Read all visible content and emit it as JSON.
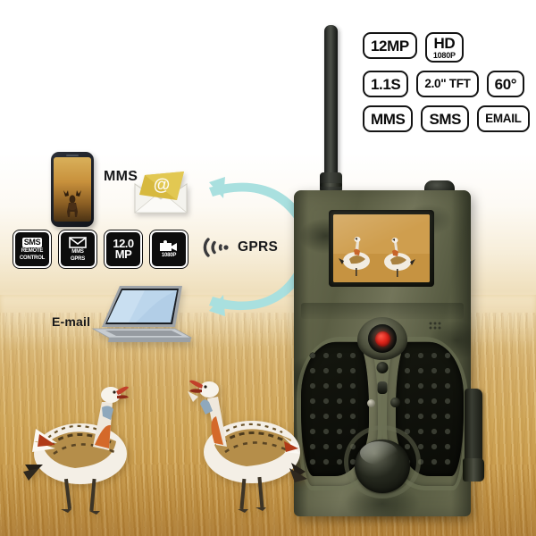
{
  "image": {
    "subject": "HC300M trail camera product composition",
    "scene_description": "Camouflage trail camera with antenna standing in a golden grass field with two displaying great bustards in the foreground; connectivity diagram at left"
  },
  "spec_badges": {
    "rows": [
      [
        {
          "primary": "12MP",
          "secondary": ""
        },
        {
          "primary": "HD",
          "secondary": "1080P"
        }
      ],
      [
        {
          "primary": "1.1S",
          "secondary": ""
        },
        {
          "primary": "2.0\" TFT",
          "secondary": ""
        },
        {
          "primary": "60°",
          "secondary": ""
        }
      ],
      [
        {
          "primary": "MMS",
          "secondary": ""
        },
        {
          "primary": "SMS",
          "secondary": ""
        },
        {
          "primary": "EMAIL",
          "secondary": ""
        }
      ]
    ]
  },
  "feature_icons": [
    {
      "caption": "SMS",
      "sub_line_1": "REMOTE",
      "sub_line_2": "CONTROL",
      "glyph": ""
    },
    {
      "caption": "",
      "sub_line_1": "MMS",
      "sub_line_2": "GPRS",
      "glyph": "envelope-icon"
    },
    {
      "caption": "12.0",
      "sub_line_1": "MP",
      "sub_line_2": "",
      "glyph": ""
    },
    {
      "caption": "",
      "sub_line_1": "1080P",
      "sub_line_2": "",
      "glyph": "camcorder-icon"
    }
  ],
  "diagram": {
    "mms_label": "MMS",
    "email_label": "E-mail",
    "gprs_label": "GPRS",
    "phone_content": "deer photo on smartphone screen",
    "envelope_symbol": "@",
    "laptop_content": "blue gradient laptop screen",
    "arrow_count": 2,
    "arrow_direction": "camera to devices"
  },
  "camera": {
    "lcd_content": "two great bustards on golden grassland",
    "antenna": "external GPRS antenna",
    "lens_indicator": "red",
    "ir_led_panels": 2,
    "pir_sensor": "dome"
  },
  "colors": {
    "arrow": "#a9e0df",
    "badge_border": "#141414",
    "badge_fill": "#ffffff",
    "envelope_flap": "#d7b93f",
    "camo_body": "#5b5e44",
    "lens_red": "#e0251b",
    "field_gold": "#cfa659",
    "label_text": "#17181a"
  }
}
